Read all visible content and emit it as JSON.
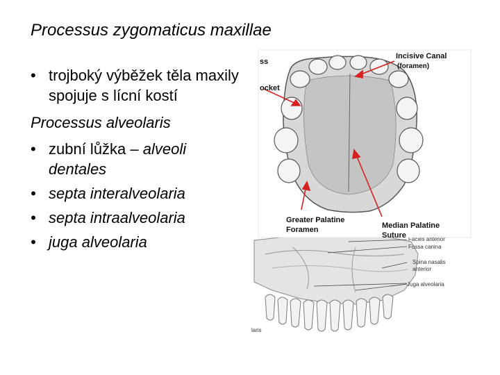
{
  "title": "Processus zygomaticus maxillae",
  "body": {
    "bullet1": "trojboký výběžek těla maxily spojuje s lícní kostí",
    "heading2": "Processus alveolaris",
    "bullet2_plain": "zubní lůžka – ",
    "bullet2_italic": "alveoli dentales",
    "bullet3": "septa interalveolaria",
    "bullet4": "septa intraalveolaria",
    "bullet5": "juga alveolaria"
  },
  "figure": {
    "labels": {
      "incisive_canal": "Incisive Canal",
      "incisive_canal_sub": "(foramen)",
      "greater_palatine": "Greater Palatine",
      "greater_palatine_sub": "Foramen",
      "median_palatine": "Median Palatine",
      "median_palatine_sub": "Suture",
      "top_left_fragment": "ss",
      "left_fragment": "ocket",
      "facies_anterior": "Facies anterior",
      "fossa_canina": "Fossa canina",
      "spina_nasalis": "Spina nasalis",
      "spina_nasalis_sub": "anterior",
      "juga_alveolaria": "Juga alveolaria",
      "bottom_left_fragment": "laris"
    }
  }
}
